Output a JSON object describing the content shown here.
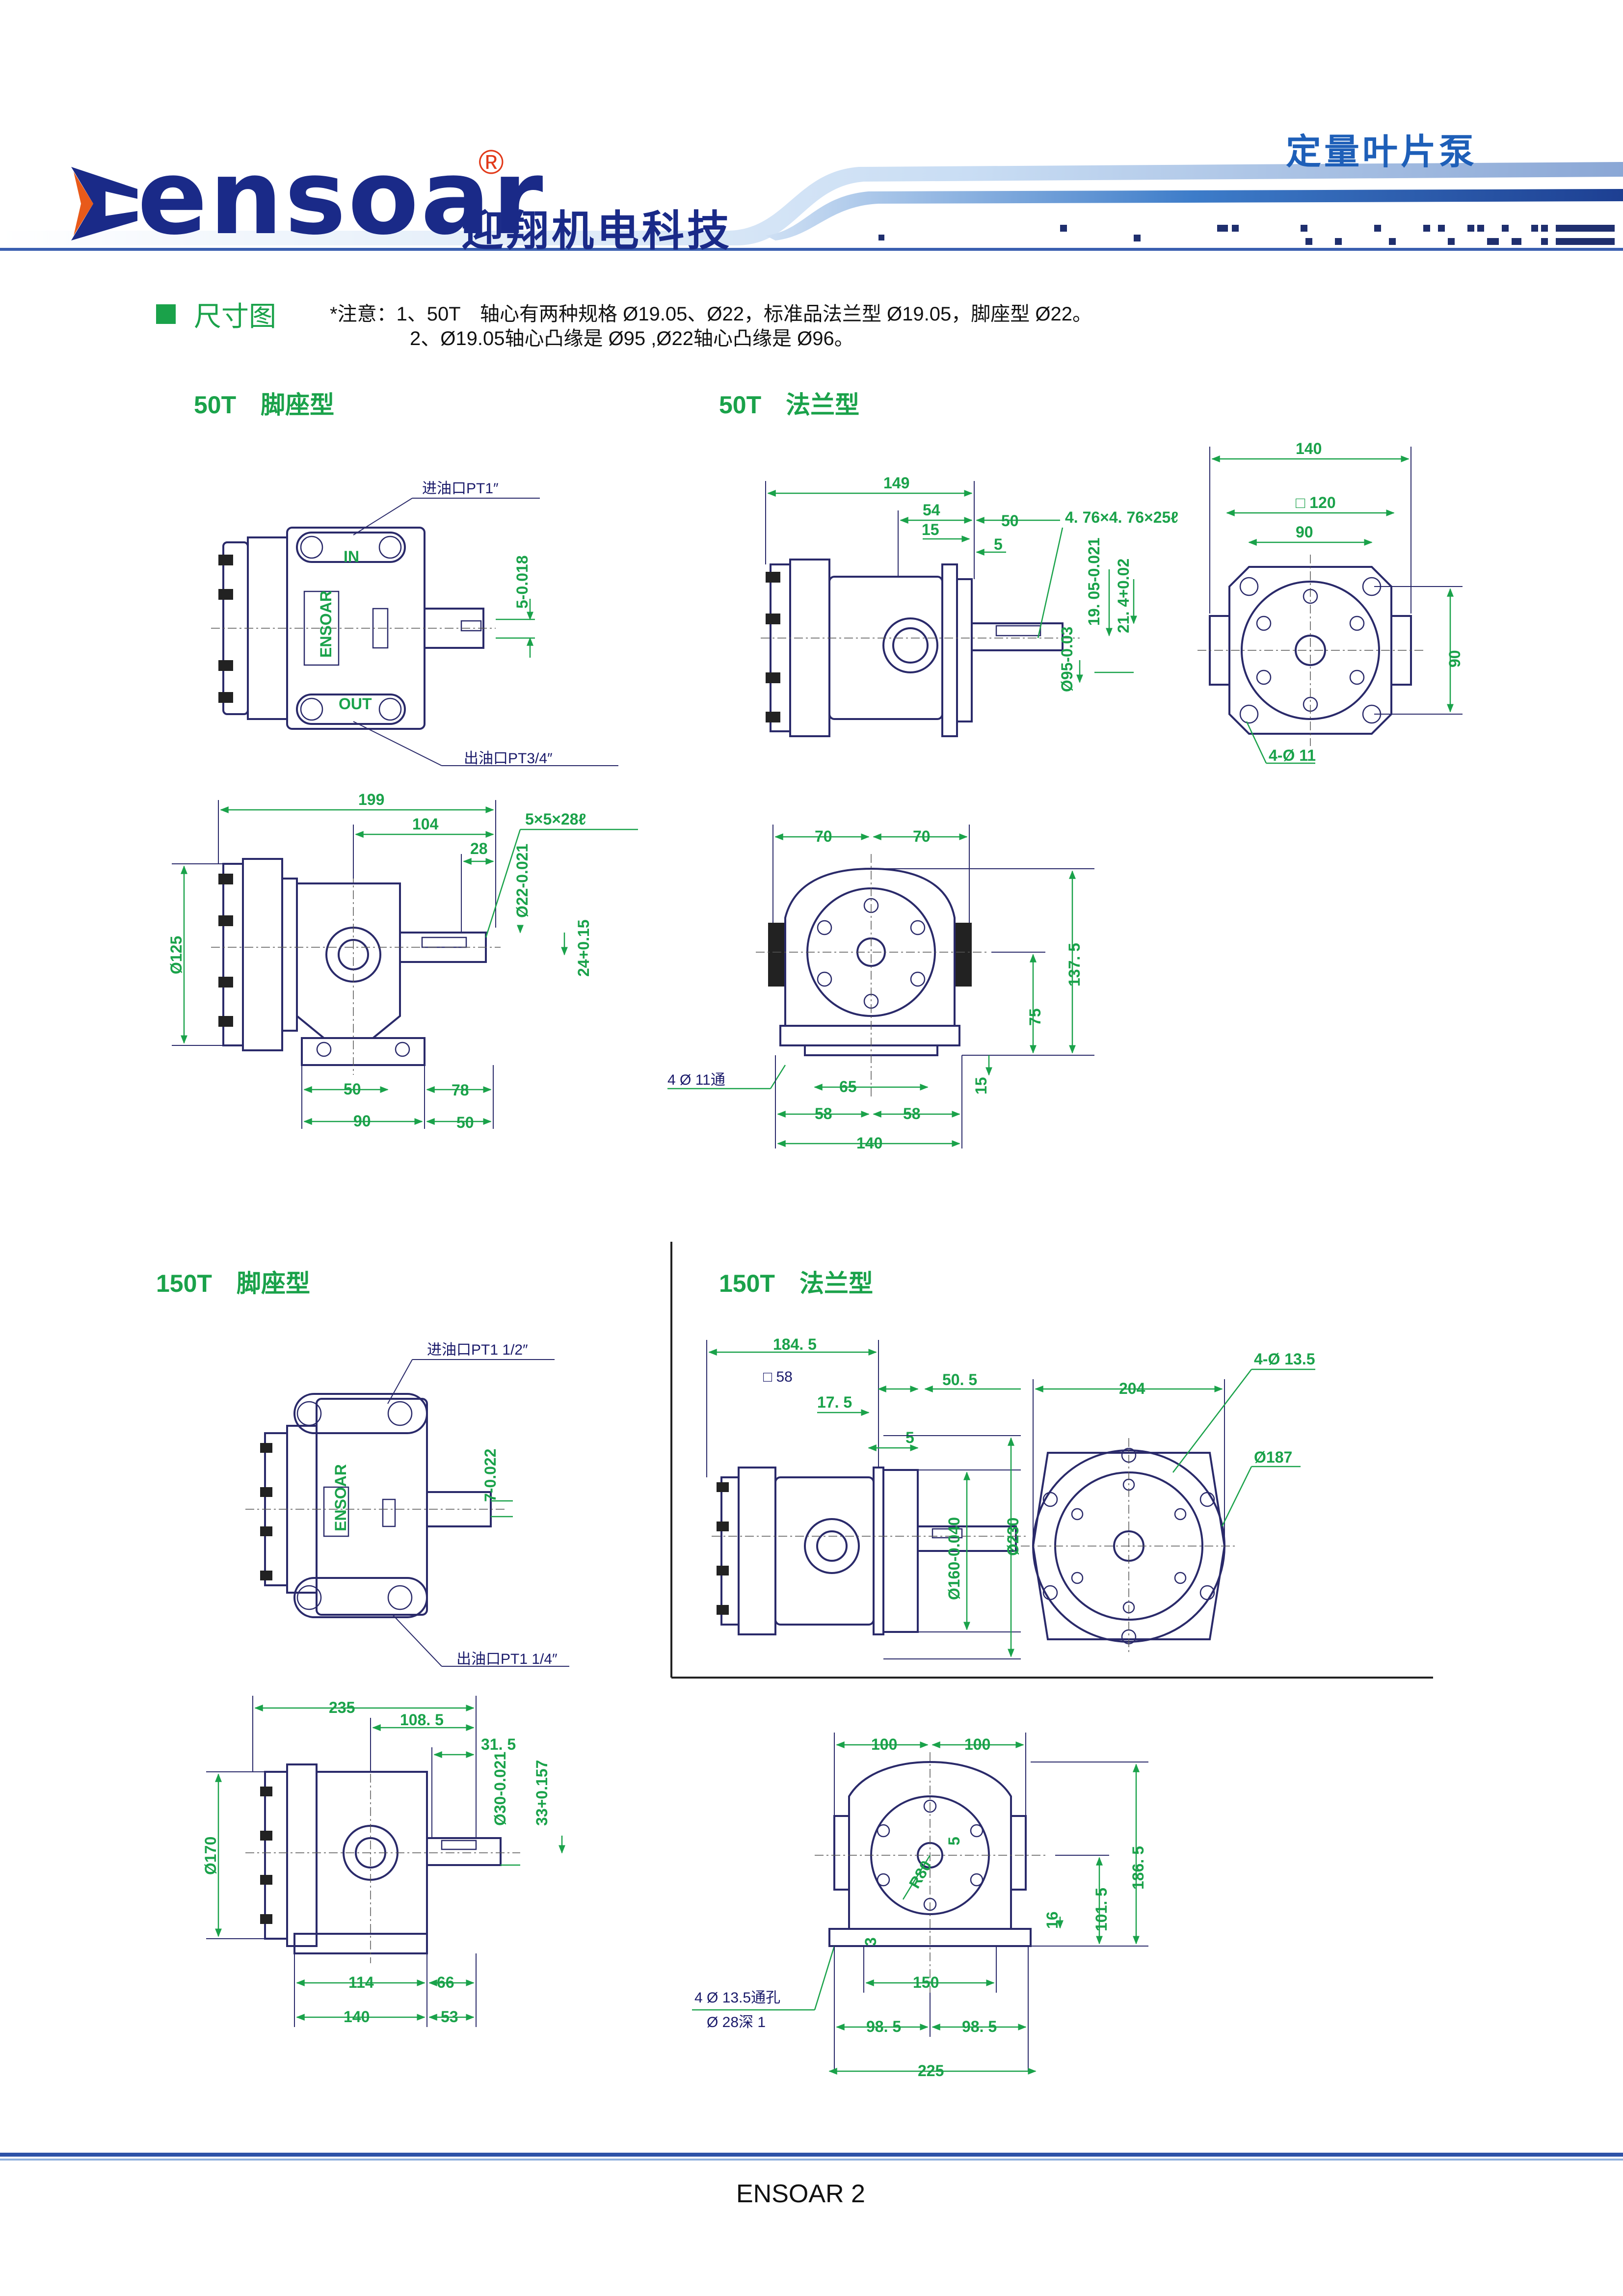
{
  "header": {
    "brand": "ensoar",
    "brand_mark": "®",
    "brand_cn": "迎翔机电科技",
    "category": "定量叶片泵"
  },
  "section": {
    "title": "尺寸图",
    "note_line1": "*注意：1、50T　轴心有两种规格 Ø19.05、Ø22，标准品法兰型 Ø19.05，脚座型 Ø22。",
    "note_line2": "2、Ø19.05轴心凸缘是 Ø95 ,Ø22轴心凸缘是 Ø96。"
  },
  "drawings": {
    "d50_foot_title": "50T　脚座型",
    "d50_flange_title": "50T　法兰型",
    "d150_foot_title": "150T　脚座型",
    "d150_flange_title": "150T　法兰型",
    "labels": {
      "in_port_50": "进油口PT1″",
      "out_port_50": "出油口PT3/4″",
      "in_mark": "IN",
      "out_mark": "OUT",
      "nameplate": "ENSOAR",
      "key_50_top": "5-0.018",
      "d149": "149",
      "d54": "54",
      "d50a": "50",
      "d15": "15",
      "d5": "5",
      "key_4_76": "4. 76×4. 76×25ℓ",
      "d19_05": "19. 05-0.021",
      "d21_4": "21. 4+0.02",
      "d95": "Ø95-0.03",
      "d140_top": "140",
      "d120": "□ 120",
      "d90_top": "90",
      "d90_side": "90",
      "holes_4_11": "4-Ø 11",
      "d199": "199",
      "d104": "104",
      "d28": "28",
      "key_5x5": "5×5×28ℓ",
      "d22": "Ø22-0.021",
      "d24": "24+0.15",
      "d125": "Ø125",
      "d50_bot": "50",
      "d78": "78",
      "d90_bot": "90",
      "d50_bot2": "50",
      "d70a": "70",
      "d70b": "70",
      "d137_5": "137. 5",
      "d75": "75",
      "holes_4_11_thru": "4 Ø 11通",
      "d65": "65",
      "d15_foot": "15",
      "d58a": "58",
      "d58b": "58",
      "d140_bot": "140",
      "in_port_150": "进油口PT1 1/2″",
      "out_port_150": "出油口PT1 1/4″",
      "key_150_top": "7-0.022",
      "d184_5": "184. 5",
      "sq58": "□ 58",
      "d50_5": "50. 5",
      "d17_5": "17. 5",
      "d5_150": "5",
      "d160": "Ø160-0.040",
      "d230": "Ø230",
      "d204": "204",
      "holes_4_13_5": "4-Ø 13.5",
      "d187": "Ø187",
      "d235": "235",
      "d108_5": "108. 5",
      "d31_5": "31. 5",
      "d30": "Ø30-0.021",
      "d33": "33+0.157",
      "d170": "Ø170",
      "d114": "114",
      "d66": "66",
      "d140_150": "140",
      "d53": "53",
      "d100a": "100",
      "d100b": "100",
      "r80": "R80",
      "d5_vert": "5",
      "d186_5": "186. 5",
      "d101_5": "101. 5",
      "d16": "16",
      "d3": "3",
      "d150": "150",
      "holes_4_13_5_thru": "4 Ø 13.5通孔",
      "cbore_28": "Ø 28深 1",
      "d98_5a": "98. 5",
      "d98_5b": "98. 5",
      "d225": "225"
    }
  },
  "footer": {
    "page_label": "ENSOAR 2"
  }
}
